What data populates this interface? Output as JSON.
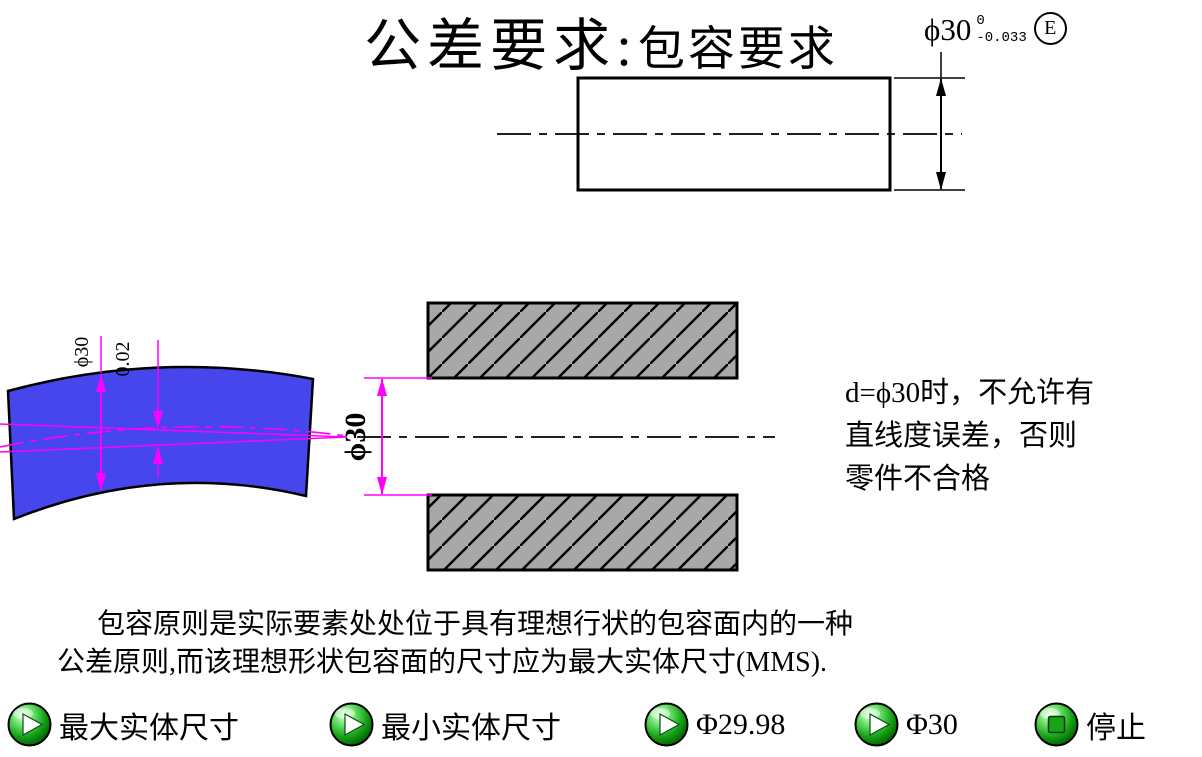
{
  "title": {
    "part1": "公差要求:",
    "part2": "包容要求"
  },
  "callout": {
    "nominal": "ϕ30",
    "upper_tol": "0",
    "lower_tol": "-0.033",
    "modifier": "E"
  },
  "bent_shaft_labels": {
    "diameter": "ϕ30",
    "straightness": "0.02"
  },
  "section": {
    "bore_dim": "ϕ30"
  },
  "note": {
    "line1": "d=ϕ30时，不允许有",
    "line2": "直线度误差，否则",
    "line3": "零件不合格"
  },
  "paragraph": {
    "line1": "包容原则是实际要素处处位于具有理想行状的包容面内的一种",
    "line2": "公差原则,而该理想形状包容面的尺寸应为最大实体尺寸(MMS)."
  },
  "buttons": [
    {
      "label": "最大实体尺寸",
      "icon": "play-icon"
    },
    {
      "label": "最小实体尺寸",
      "icon": "play-icon"
    },
    {
      "label": "Φ29.98",
      "icon": "play-icon"
    },
    {
      "label": "Φ30",
      "icon": "play-icon"
    },
    {
      "label": "停止",
      "icon": "stop-icon"
    }
  ],
  "colors": {
    "dimension": "#FF00FF",
    "shaft_fill": "#4646EC",
    "hatch_fill": "#A8A8A8"
  }
}
